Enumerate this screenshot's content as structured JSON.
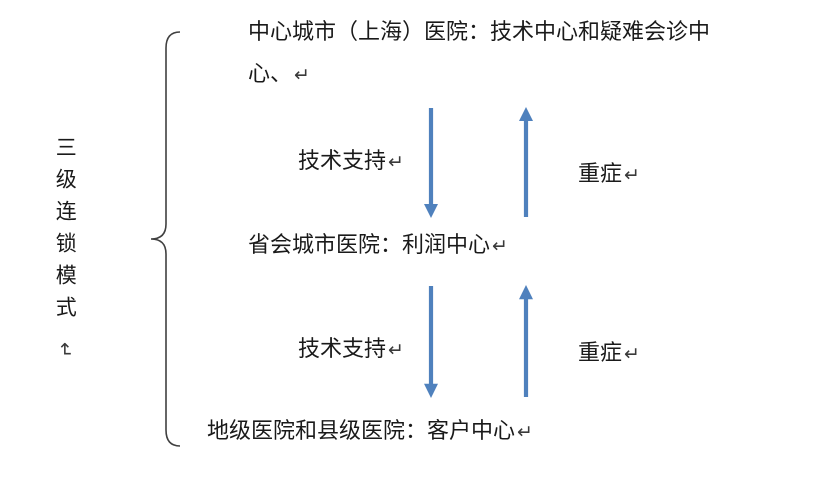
{
  "colors": {
    "arrow": "#4f81bd",
    "text": "#1a1a1a",
    "mark": "#3a3a3a",
    "brace": "#404040"
  },
  "side": {
    "label": "三级连锁模式",
    "mark": "↵"
  },
  "levels": {
    "top": {
      "line1": "中心城市（上海）医院：技术中心和疑难会诊中",
      "line2": "心、",
      "mark": "↵"
    },
    "middle": {
      "text": "省会城市医院：利润中心",
      "mark": "↵"
    },
    "bottom": {
      "text": "地级医院和县级医院：客户中心",
      "mark": "↵"
    }
  },
  "links": {
    "upper": {
      "down_label": "技术支持",
      "down_mark": "↵",
      "up_label": "重症",
      "up_mark": "↵"
    },
    "lower": {
      "down_label": "技术支持",
      "down_mark": "↵",
      "up_label": "重症",
      "up_mark": "↵"
    }
  }
}
